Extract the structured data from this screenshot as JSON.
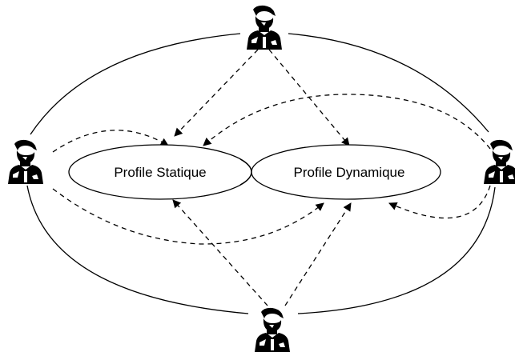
{
  "diagram": {
    "nodes": {
      "profile_statique": {
        "label": "Profile Statique"
      },
      "profile_dynamique": {
        "label": "Profile Dynamique"
      }
    },
    "actors": [
      {
        "id": "top",
        "icon": "user-icon"
      },
      {
        "id": "left",
        "icon": "user-icon"
      },
      {
        "id": "right",
        "icon": "user-icon"
      },
      {
        "id": "bottom",
        "icon": "user-icon"
      }
    ],
    "edges": [
      {
        "from": "top",
        "to": "profile_statique",
        "style": "dashed-arrow"
      },
      {
        "from": "top",
        "to": "profile_dynamique",
        "style": "dashed-arrow"
      },
      {
        "from": "left",
        "to": "profile_statique",
        "style": "dashed-arrow"
      },
      {
        "from": "left",
        "to": "profile_dynamique",
        "style": "dashed-arrow"
      },
      {
        "from": "right",
        "to": "profile_statique",
        "style": "dashed-arrow"
      },
      {
        "from": "right",
        "to": "profile_dynamique",
        "style": "dashed-arrow"
      },
      {
        "from": "bottom",
        "to": "profile_statique",
        "style": "dashed-arrow"
      },
      {
        "from": "bottom",
        "to": "profile_dynamique",
        "style": "dashed-arrow"
      }
    ],
    "colors": {
      "line": "#000000",
      "icon": "#000000",
      "background": "#ffffff"
    }
  }
}
